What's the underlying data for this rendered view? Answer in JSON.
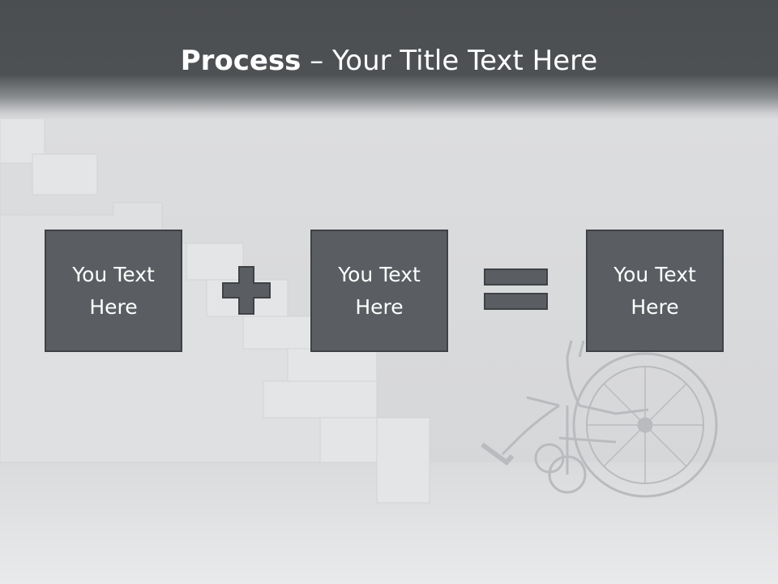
{
  "slide": {
    "title_strong": "Process",
    "title_rest": " – Your Title Text Here"
  },
  "boxes": [
    {
      "label": "You Text Here"
    },
    {
      "label": "You Text Here"
    },
    {
      "label": "You Text Here"
    }
  ],
  "operators": [
    "plus-icon",
    "equals-icon"
  ],
  "colors": {
    "header": "#4e5154",
    "box_fill": "#5a5e62",
    "box_border": "#3f4245",
    "text": "#ffffff",
    "background": "#e3e4e5"
  }
}
